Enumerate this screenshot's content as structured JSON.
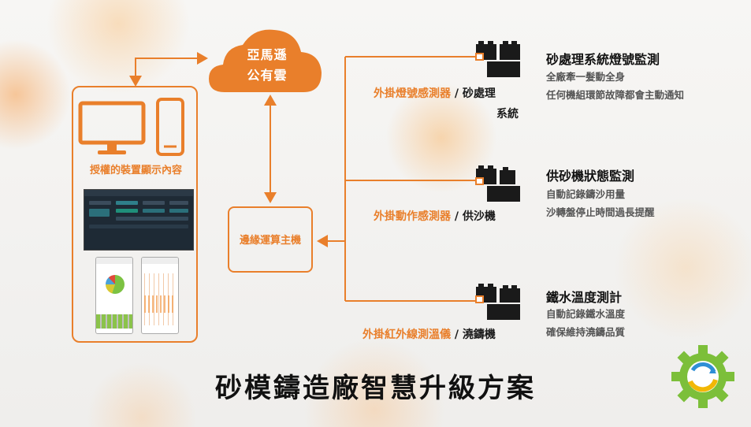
{
  "cloud": {
    "line1": "亞馬遜",
    "line2": "公有雲"
  },
  "devices": {
    "label": "授權的裝置顯示內容"
  },
  "edge": {
    "label": "邊緣運算主機"
  },
  "sensors": [
    {
      "sensor": "外掛燈號感測器",
      "sep": " / ",
      "machine": "砂處理",
      "machine2": "系統",
      "title": "砂處理系統燈號監測",
      "desc1": "全廠牽一髮動全身",
      "desc2": "任何機組環節故障都會主動通知"
    },
    {
      "sensor": "外掛動作感測器",
      "sep": " / ",
      "machine": "供沙機",
      "title": "供砂機狀態監測",
      "desc1": "自動記錄鑄沙用量",
      "desc2": "沙轉盤停止時間過長提醒"
    },
    {
      "sensor": "外掛紅外線測溫儀",
      "sep": " / ",
      "machine": "澆鑄機",
      "title": "鐵水溫度測計",
      "desc1": "自動記錄鐵水溫度",
      "desc2": "確保維持澆鑄品質"
    }
  ],
  "footer": {
    "title": "砂模鑄造廠智慧升級方案"
  },
  "colors": {
    "accent": "#e97f2b",
    "text": "#1a1a1a",
    "sub": "#555555"
  },
  "icons": [
    "cloud-icon",
    "monitor-icon",
    "phone-icon",
    "brick-machine-icon",
    "gear-logo-icon"
  ]
}
